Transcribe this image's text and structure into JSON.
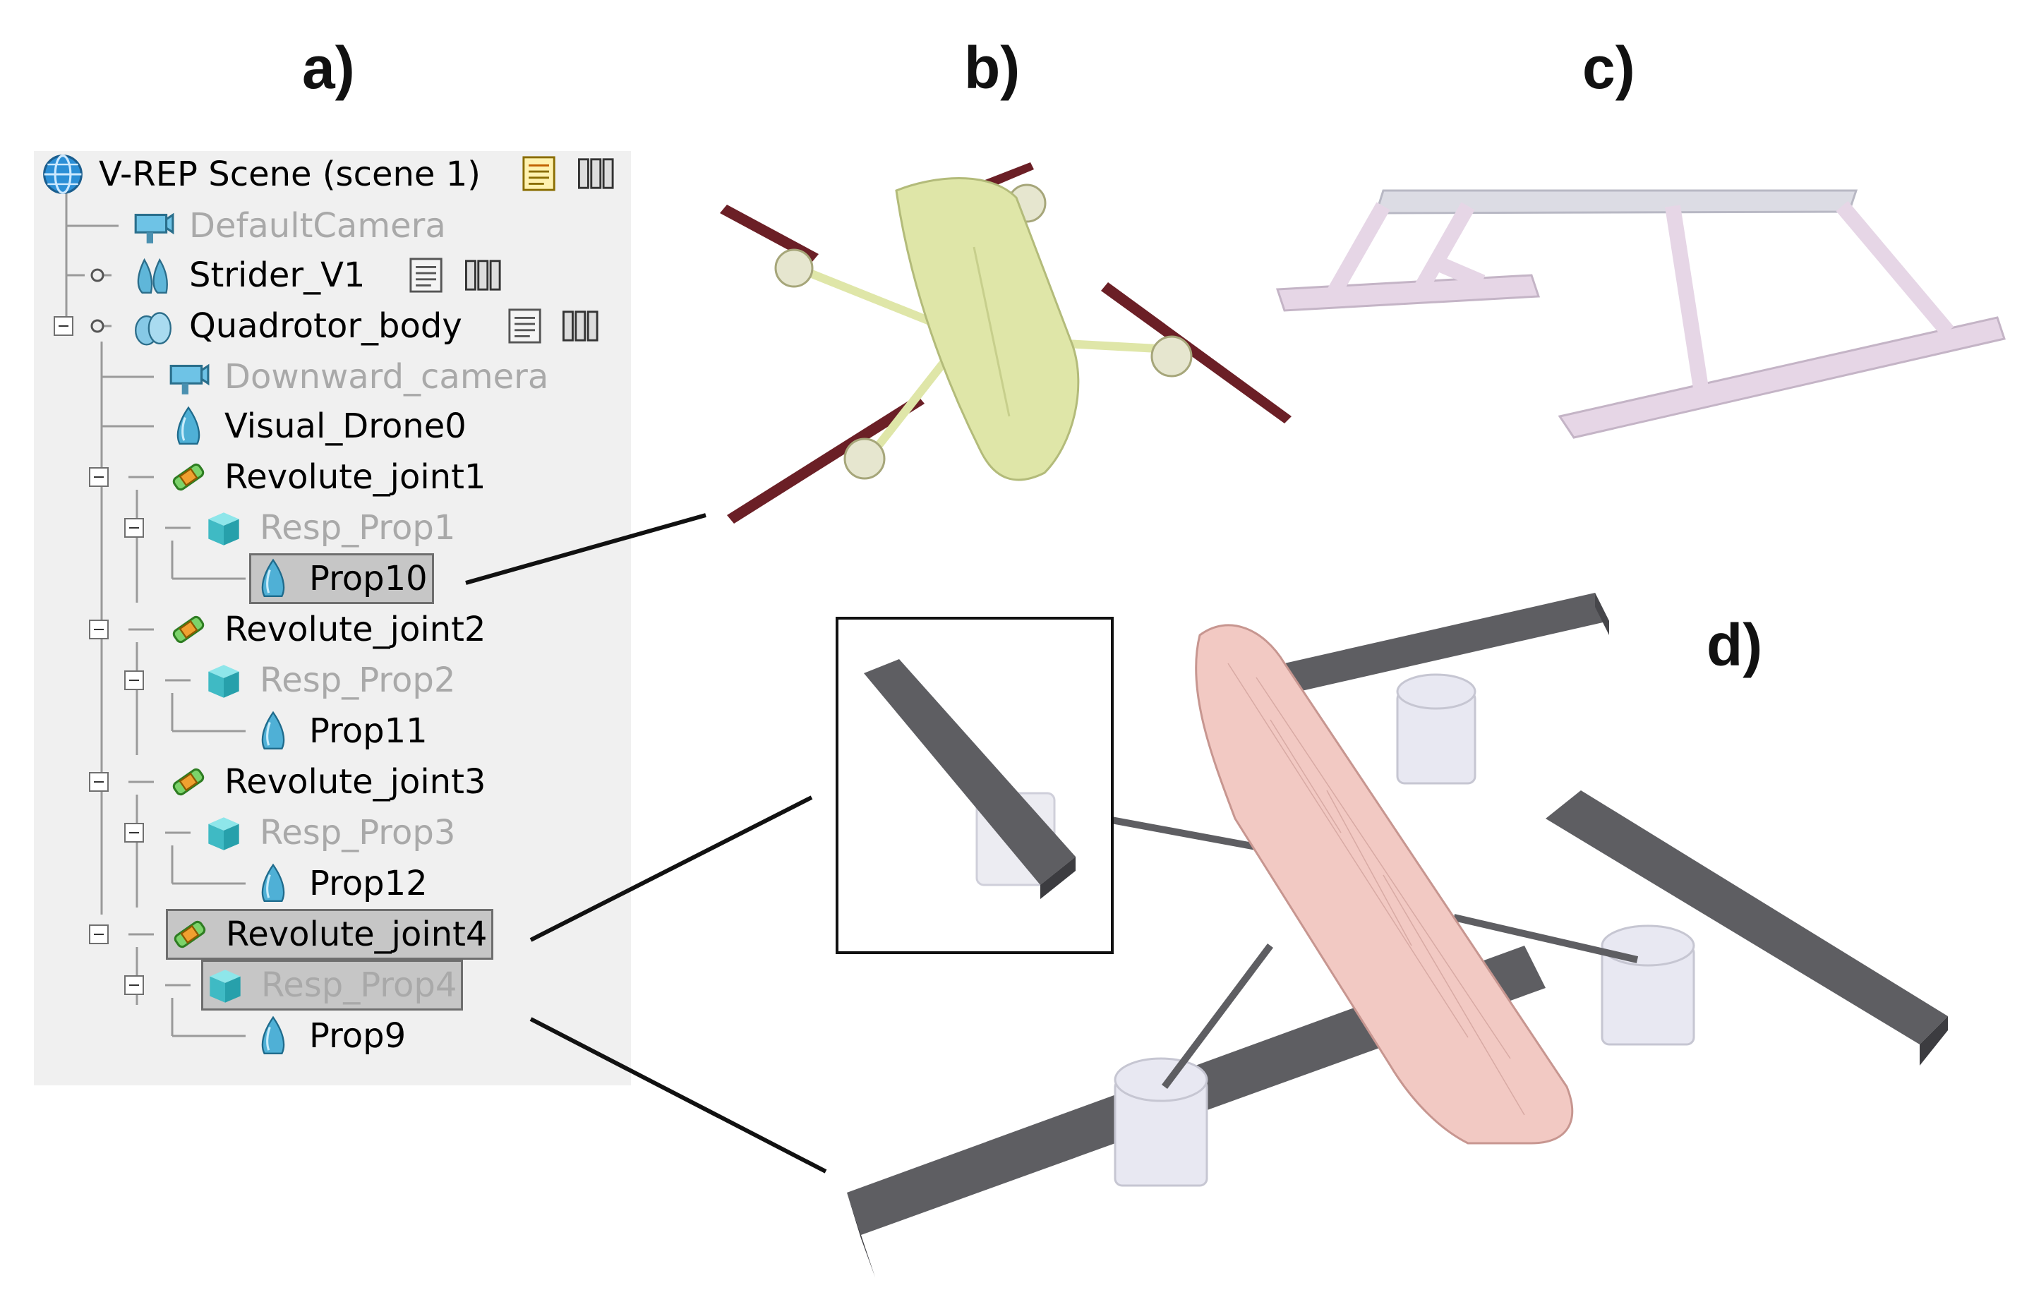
{
  "panel_labels": {
    "a": "a)",
    "b": "b)",
    "c": "c)",
    "d": "d)"
  },
  "scene_tree": {
    "root_label": "V-REP Scene (scene 1)",
    "items": [
      {
        "label": "DefaultCamera",
        "icon": "camera-icon"
      },
      {
        "label": "Strider_V1",
        "icon": "shape-group-icon"
      },
      {
        "label": "Quadrotor_body",
        "icon": "shape-group-icon"
      },
      {
        "label": "Downward_camera",
        "icon": "camera-icon"
      },
      {
        "label": "Visual_Drone0",
        "icon": "shape-icon"
      },
      {
        "label": "Revolute_joint1",
        "icon": "joint-icon"
      },
      {
        "label": "Resp_Prop1",
        "icon": "cuboid-icon"
      },
      {
        "label": "Prop10",
        "icon": "shape-icon"
      },
      {
        "label": "Revolute_joint2",
        "icon": "joint-icon"
      },
      {
        "label": "Resp_Prop2",
        "icon": "cuboid-icon"
      },
      {
        "label": "Prop11",
        "icon": "shape-icon"
      },
      {
        "label": "Revolute_joint3",
        "icon": "joint-icon"
      },
      {
        "label": "Resp_Prop3",
        "icon": "cuboid-icon"
      },
      {
        "label": "Prop12",
        "icon": "shape-icon"
      },
      {
        "label": "Revolute_joint4",
        "icon": "joint-icon"
      },
      {
        "label": "Resp_Prop4",
        "icon": "cuboid-icon"
      },
      {
        "label": "Prop9",
        "icon": "shape-icon"
      }
    ]
  },
  "colors": {
    "tree_background": "#f0f0f0",
    "dimmed_text": "#a9a9a9",
    "selection": "#c6c6c6",
    "drone_body_b": "#dfe6a8",
    "propeller_b": "#6b1f26",
    "landing_gear_c": "#e6d6e6",
    "drone_body_d": "#f2c9c3",
    "prop_bar_d": "#5e5e62",
    "prop_cylinder_d": "#e8e8f2"
  }
}
